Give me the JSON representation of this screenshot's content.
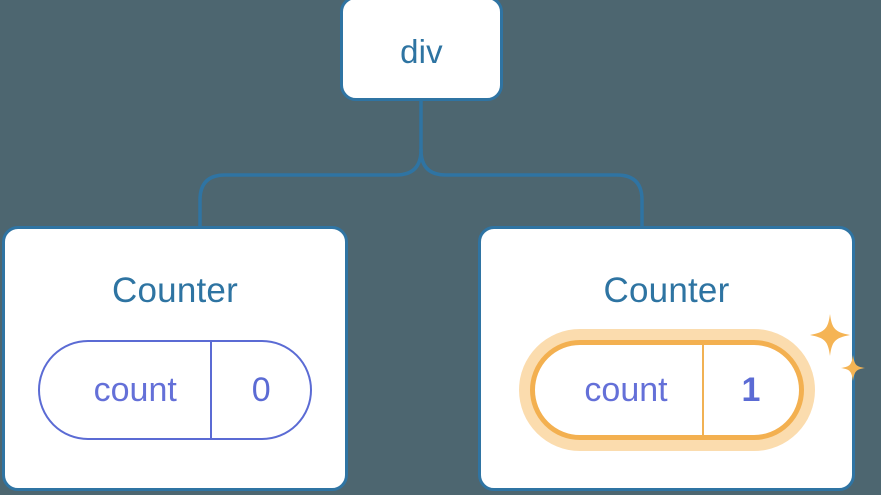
{
  "diagram": {
    "type": "component-tree",
    "background_color": "#4d6670",
    "node_border_color": "#2f74a3",
    "node_fill_color": "#ffffff",
    "edge_color": "#2f74a3",
    "heading_color": "#2e74a2",
    "state_pill_color": "#5b6bd4",
    "highlight_color": "#f3b050",
    "highlight_glow_color": "#fbdcae",
    "root": {
      "label": "div"
    },
    "children": [
      {
        "title": "Counter",
        "state_key": "count",
        "state_value": "0",
        "highlighted": false
      },
      {
        "title": "Counter",
        "state_key": "count",
        "state_value": "1",
        "highlighted": true
      }
    ],
    "icons": {
      "sparkle_large": "sparkle-icon",
      "sparkle_small": "sparkle-icon"
    }
  }
}
